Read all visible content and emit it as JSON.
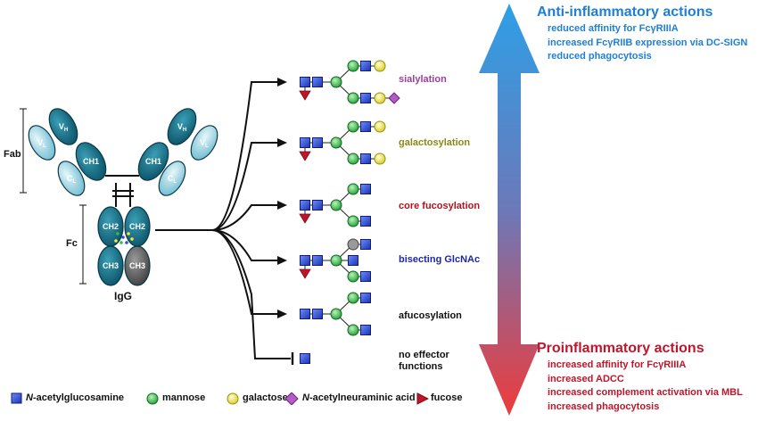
{
  "antibody": {
    "name": "IgG",
    "fab_label": "Fab",
    "fc_label": "Fc",
    "domains": {
      "vh": "V",
      "vh_sub": "H",
      "vl": "V",
      "vl_sub": "L",
      "cl": "C",
      "cl_sub": "L",
      "ch1": "CH1",
      "ch2": "CH2",
      "ch3": "CH3"
    }
  },
  "glycoforms": [
    {
      "label": "sialylation",
      "color": "#9c3fa0"
    },
    {
      "label": "galactosylation",
      "color": "#8a8a12"
    },
    {
      "label": "core fucosylation",
      "color": "#b0141e"
    },
    {
      "label": "bisecting GlcNAc",
      "color": "#1d27a8"
    },
    {
      "label": "afucosylation",
      "color": "#111111"
    },
    {
      "label": "no effector\nfunctions",
      "line1": "no effector",
      "line2": "functions",
      "color": "#111111"
    }
  ],
  "anti_inflammatory": {
    "title": "Anti-inflammatory actions",
    "items": [
      "reduced affinity for FcγRIIIA",
      "increased FcγRIIB expression via DC-SIGN",
      "reduced phagocytosis"
    ]
  },
  "proinflammatory": {
    "title": "Proinflammatory actions",
    "items": [
      "increased affinity for FcγRIIIA",
      "increased ADCC",
      "increased complement activation via MBL",
      "increased phagocytosis"
    ]
  },
  "legend": [
    {
      "icon": "glcnac-square-icon",
      "prefix": "N",
      "label": "-acetylglucosamine"
    },
    {
      "icon": "mannose-circle-icon",
      "label": "mannose"
    },
    {
      "icon": "galactose-circle-icon",
      "label": "galactose"
    },
    {
      "icon": "neuraminic-diamond-icon",
      "prefix": "N",
      "label": "-acetylneuraminic acid"
    },
    {
      "icon": "fucose-triangle-icon",
      "label": "fucose"
    }
  ],
  "colors": {
    "glcnac": "#2b4fd6",
    "mannose": "#2fbf4a",
    "galactose": "#f3ea3c",
    "sialic": "#b45cc4",
    "fucose": "#c0152b",
    "domain_dark": "#156f86",
    "domain_light": "#8ccfe0",
    "arrow_top": "#2e9fe6",
    "arrow_bottom": "#ee3b3b"
  }
}
